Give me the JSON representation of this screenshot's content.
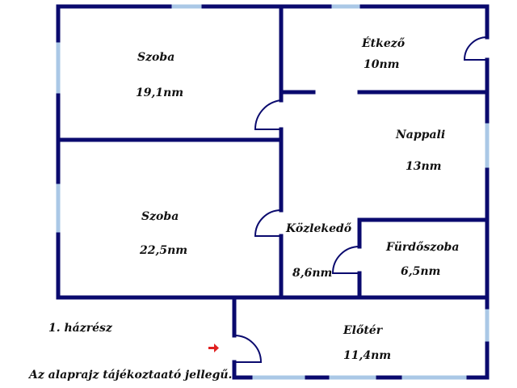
{
  "colors": {
    "wall": "#0a0a6e",
    "window": "#aac8e6",
    "arrow": "#e02020"
  },
  "rooms": [
    {
      "name": "Szoba",
      "area": "19,1nm"
    },
    {
      "name": "Étkező",
      "area": "10nm"
    },
    {
      "name": "Nappali",
      "area": "13nm"
    },
    {
      "name": "Szoba",
      "area": "22,5nm"
    },
    {
      "name": "Közlekedő",
      "area": "8,6nm"
    },
    {
      "name": "Fürdőszoba",
      "area": "6,5nm"
    },
    {
      "name": "Előtér",
      "area": "11,4nm"
    }
  ],
  "notes": {
    "house_part": "1. házrész",
    "disclaimer": "Az alaprajz tájékoztaató jellegű."
  },
  "icons": {
    "entrance": "entrance-arrow-icon"
  }
}
